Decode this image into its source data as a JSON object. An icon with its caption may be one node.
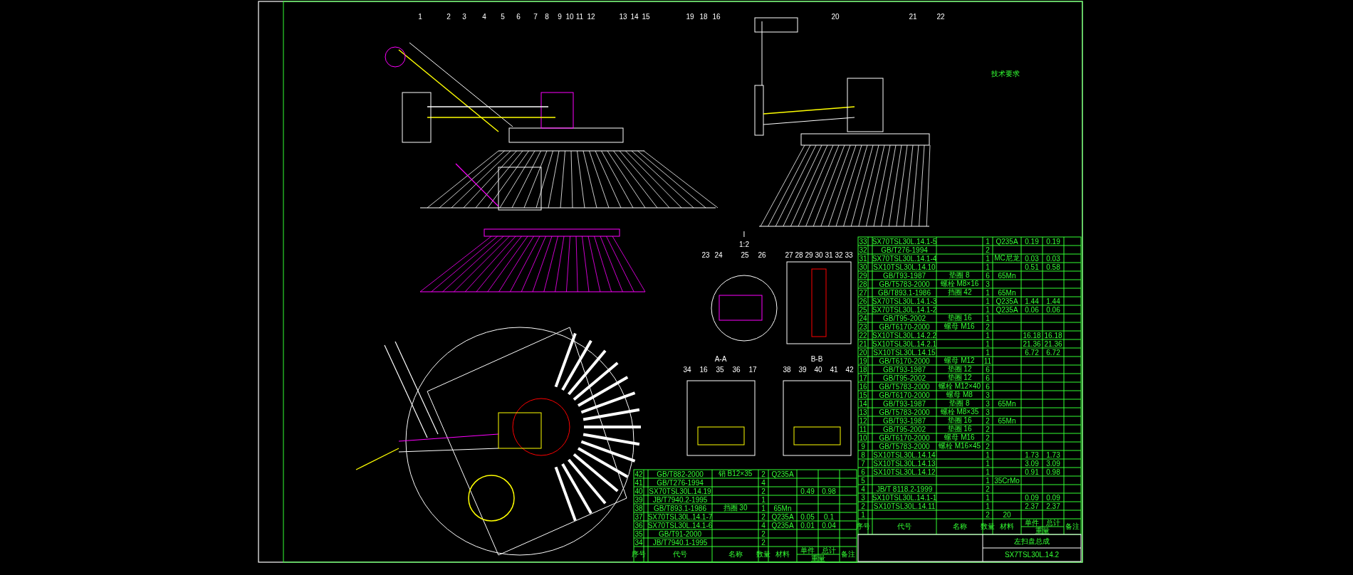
{
  "diagram": {
    "labels": [
      "1",
      "2",
      "3",
      "4",
      "5",
      "6",
      "7",
      "8",
      "9",
      "10",
      "11",
      "12",
      "13",
      "14",
      "15",
      "19",
      "18",
      "16",
      "20",
      "21",
      "22",
      "I",
      "1:2",
      "23",
      "24",
      "25",
      "26",
      "27",
      "28",
      "29",
      "30",
      "31",
      "32",
      "33",
      "A-A",
      "B-B",
      "34",
      "16",
      "35",
      "36",
      "17",
      "38",
      "39",
      "40",
      "41",
      "42",
      "技术要求",
      "33",
      "SX70TSL30L.14.1-5",
      "1",
      "Q235A",
      "0.19",
      "0.19",
      "32",
      "GB/T276-1994",
      "2",
      "31",
      "SX70TSL30L.14.1-4",
      "1",
      "MC尼龙",
      "0.03",
      "0.03",
      "30",
      "SX10TSL30L.14.10",
      "1",
      "0.51",
      "0.58",
      "29",
      "GB/T93-1987",
      "垫圈 8",
      "6",
      "65Mn",
      "28",
      "GB/T5783-2000",
      "螺栓 M8×16",
      "3",
      "27",
      "GB/T893.1-1986",
      "挡圈 42",
      "1",
      "65Mn",
      "26",
      "SX70TSL30L.14.1-3",
      "1",
      "Q235A",
      "1.44",
      "1.44",
      "25",
      "SX70TSL30L.14.1-2",
      "1",
      "Q235A",
      "0.06",
      "0.06",
      "24",
      "GB/T95-2002",
      "垫圈 16",
      "1",
      "23",
      "GB/T6170-2000",
      "螺母 M16",
      "2",
      "22",
      "SX10TSL30L.14.2.2",
      "1",
      "16.18",
      "16.18",
      "21",
      "SX10TSL30L.14.2.1",
      "1",
      "21.36",
      "21.36",
      "20",
      "SX10TSL30L.14.15",
      "1",
      "6.72",
      "6.72",
      "19",
      "GB/T6170-2000",
      "螺母 M12",
      "11",
      "18",
      "GB/T93-1987",
      "垫圈 12",
      "6",
      "17",
      "GB/T95-2002",
      "垫圈 12",
      "6",
      "16",
      "GB/T5783-2000",
      "螺栓 M12×40",
      "6",
      "15",
      "GB/T6170-2000",
      "螺母 M8",
      "3",
      "14",
      "GB/T93-1987",
      "垫圈 8",
      "3",
      "65Mn",
      "13",
      "GB/T5783-2000",
      "螺栓 M8×35",
      "3",
      "12",
      "GB/T93-1987",
      "垫圈 16",
      "2",
      "65Mn",
      "11",
      "GB/T95-2002",
      "垫圈 16",
      "2",
      "10",
      "GB/T6170-2000",
      "螺母 M16",
      "2",
      "9",
      "GB/T5783-2000",
      "螺栓 M16×45",
      "2",
      "8",
      "SX10TSL30L.14.14",
      "1",
      "1.73",
      "1.73",
      "7",
      "SX10TSL30L.14.13",
      "1",
      "3.09",
      "3.09",
      "6",
      "SX10TSL30L.14.12",
      "1",
      "0.91",
      "0.98",
      "5",
      "1",
      "35CrMo",
      "4",
      "JB/T 8118.2-1999",
      "2",
      "3",
      "SX10TSL30L.14.1-1",
      "1",
      "0.09",
      "0.09",
      "2",
      "SX10TSL30L.14.11",
      "1",
      "2.37",
      "2.37",
      "1",
      "2",
      "20",
      "序号",
      "代号",
      "名称",
      "数量",
      "材料",
      "单件",
      "总计",
      "重量",
      "备注",
      "42",
      "GB/T882-2000",
      "销 B12×35",
      "2",
      "Q235A",
      "41",
      "GB/T276-1994",
      "4",
      "40",
      "SX70TSL30L.14.19",
      "2",
      "0.49",
      "0.98",
      "39",
      "JB/T7940.2-1995",
      "1",
      "38",
      "GB/T893.1-1986",
      "挡圈 30",
      "1",
      "65Mn",
      "37",
      "SX70TSL30L.14.1-7",
      "2",
      "Q235A",
      "0.05",
      "0.1",
      "36",
      "SX70TSL30L.14.1-6",
      "4",
      "Q235A",
      "0.01",
      "0.04",
      "35",
      "GB/T91-2000",
      "2",
      "34",
      "JB/T7940.1-1995",
      "2",
      "序号",
      "代号",
      "名称",
      "数量",
      "材料",
      "单件",
      "总计",
      "重量",
      "备注",
      "左扫盘总成",
      "SX7TSL30L.14.2"
    ]
  }
}
